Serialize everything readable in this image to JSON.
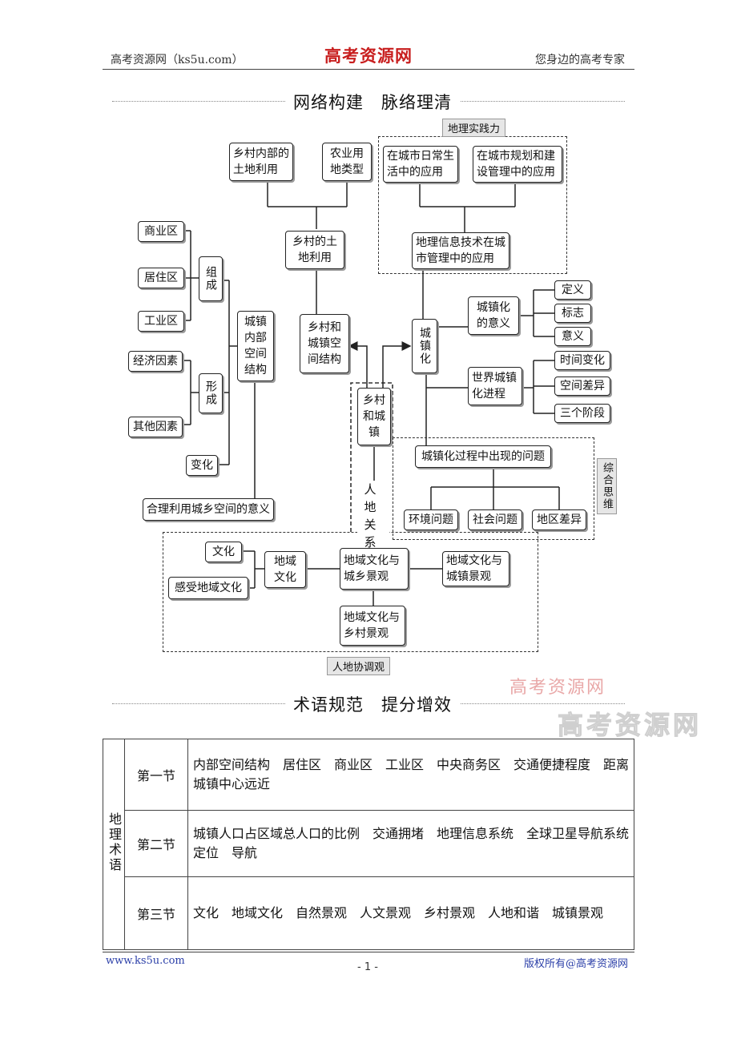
{
  "header": {
    "left": "高考资源网（ks5u.com）",
    "center": "高考资源网",
    "right": "您身边的高考专家"
  },
  "section1": {
    "title": "网络构建　脉络理清"
  },
  "section2": {
    "title": "术语规范　提分增效"
  },
  "diagram": {
    "label_practice": "地理实践力",
    "label_synthesis": "综合思维",
    "label_harmony": "人地协调观",
    "edge_relation": "人地关系",
    "nodes": {
      "rural_internal": "乡村内部的土地利用",
      "agri_land": "农业用地类型",
      "daily_app": "在城市日常生活中的应用",
      "planning_app": "在城市规划和建设管理中的应用",
      "rural_land": "乡村的土地利用",
      "gis_mgmt": "地理信息技术在城市管理中的应用",
      "commercial": "商业区",
      "residential": "居住区",
      "industrial": "工业区",
      "composition": "组成",
      "urban_structure": "城镇内部空间结构",
      "rural_urban_structure": "乡村和城镇空间结构",
      "urbanization": "城镇化",
      "meaning_urbanization": "城镇化的意义",
      "definition": "定义",
      "indicator": "标志",
      "significance": "意义",
      "world_process": "世界城镇化进程",
      "time_change": "时间变化",
      "space_diff": "空间差异",
      "three_stages": "三个阶段",
      "economic": "经济因素",
      "formation": "形成",
      "other": "其他因素",
      "change": "变化",
      "rural_town": "乡村和城镇",
      "problems": "城镇化过程中出现的问题",
      "environment": "环境问题",
      "social": "社会问题",
      "regional": "地区差异",
      "rational_use": "合理利用城乡空间的意义",
      "culture": "文化",
      "feel_culture": "感受地域文化",
      "regional_culture": "地域文化",
      "culture_landscape": "地域文化与城乡景观",
      "culture_urban": "地域文化与城镇景观",
      "culture_rural": "地域文化与乡村景观"
    }
  },
  "terms": {
    "category": "地理术语",
    "rows": [
      {
        "section": "第一节",
        "text": "内部空间结构　居住区　商业区　工业区　中央商务区　交通便捷程度　距离城镇中心远近"
      },
      {
        "section": "第二节",
        "text": "城镇人口占区域总人口的比例　交通拥堵　地理信息系统　全球卫星导航系统　定位　导航"
      },
      {
        "section": "第三节",
        "text": "文化　地域文化　自然景观　人文景观　乡村景观　人地和谐　城镇景观"
      }
    ]
  },
  "watermark": {
    "line1": "高考资源网",
    "line2": "高考资源网"
  },
  "footer": {
    "left": "www.ks5u.com",
    "page": "- 1 -",
    "right": "版权所有@高考资源网"
  }
}
